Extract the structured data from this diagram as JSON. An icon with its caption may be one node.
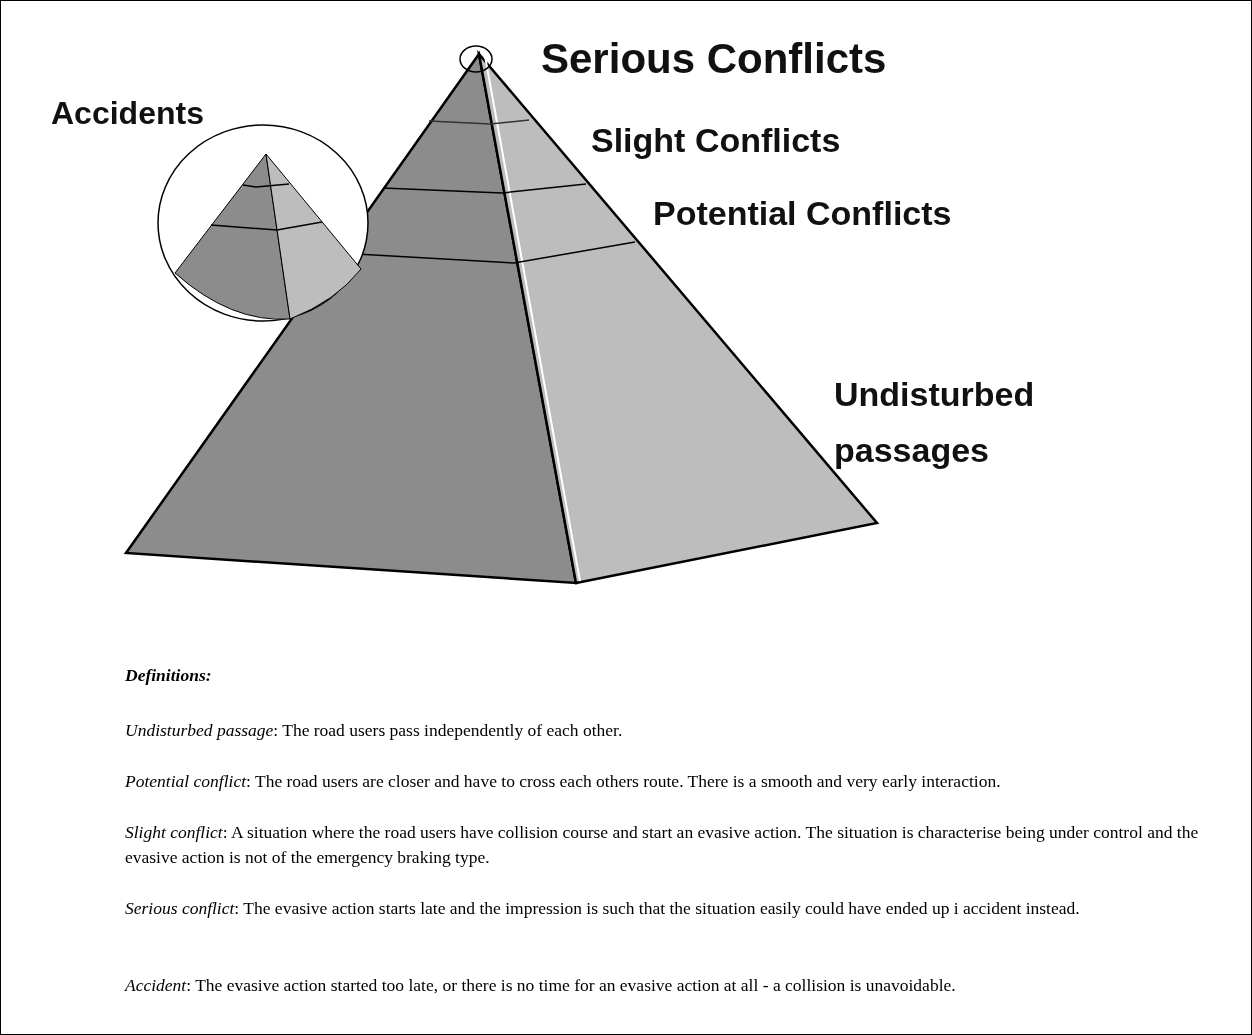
{
  "diagram": {
    "labels": [
      "Serious Conflicts",
      "Accidents",
      "Slight Conflicts",
      "Potential Conflicts",
      "Undisturbed passages",
      "Definitions:",
      "*Undisturbed passage*: The road users pass independently of each other.",
      "*Potential conflict*: The road users are closer and have to cross each others route. There is a smooth and very early interaction.",
      "*Slight conflict*: A situation where the road users have collision course and start an evasive action. The situation is characterise being under control and the evasive action is not of the emergency braking type.",
      "*Serious conflict*: The evasive action starts late and the impression is such that the situation easily could have ended up i accident instead.",
      "*Accident*: The evasive action started too late, or there is no time for an evasive action at all - a collision is unavoidable."
    ]
  }
}
